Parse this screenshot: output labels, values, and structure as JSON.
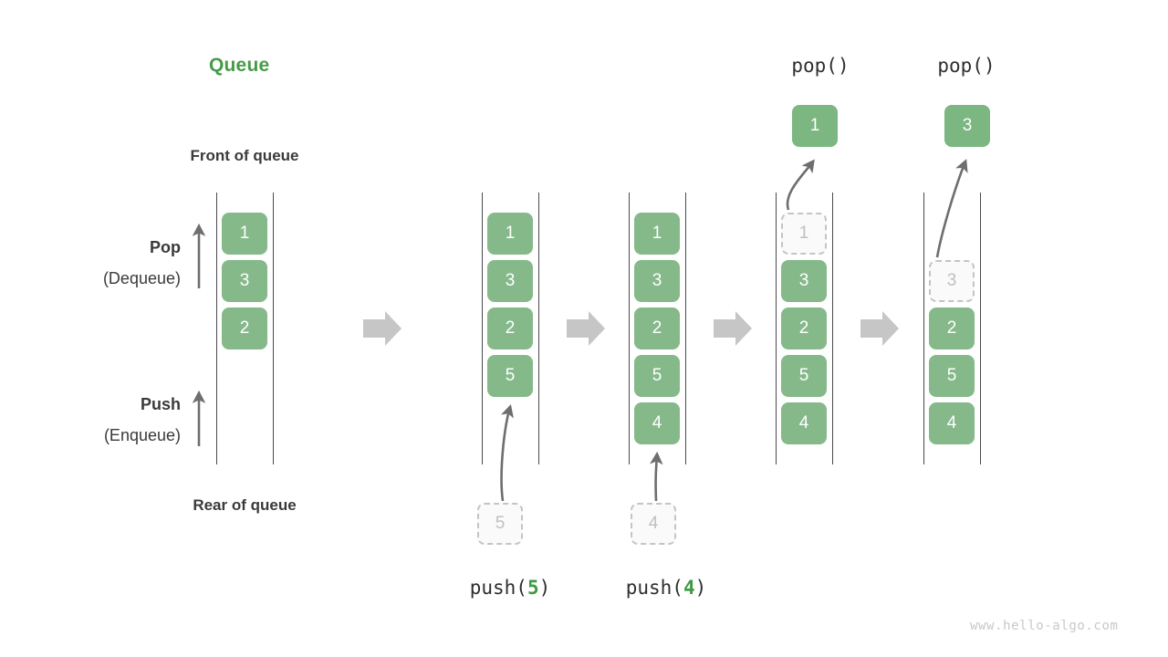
{
  "title": "Queue",
  "labels": {
    "front_of_queue": "Front of queue",
    "rear_of_queue": "Rear of queue",
    "pop_bold": "Pop",
    "pop_paren": "(Dequeue)",
    "push_bold": "Push",
    "push_paren": "(Enqueue)"
  },
  "watermark": "www.hello-algo.com",
  "colors": {
    "cell_green": "#85b98a",
    "title_green": "#459b48",
    "arg_green": "#3f9a43",
    "ghost_border": "#c4c4c4",
    "ghost_text": "#c0c0c0",
    "rail": "#4a4a4a",
    "transition_arrow": "#c6c6c6",
    "action_arrow": "#6e6e6e",
    "text": "#3a3a3a",
    "watermark": "#c8c8c8"
  },
  "columns": [
    {
      "id": "initial",
      "operation": null,
      "operation_arg": null,
      "cells": [
        "1",
        "3",
        "2"
      ],
      "ghost_index": null,
      "popped_value": null
    },
    {
      "id": "push-5",
      "operation": "push",
      "operation_arg": "5",
      "operation_label_prefix": "push(",
      "operation_label_suffix": ")",
      "cells": [
        "1",
        "3",
        "2",
        "5"
      ],
      "incoming_value": "5",
      "ghost_index": null,
      "popped_value": null
    },
    {
      "id": "push-4",
      "operation": "push",
      "operation_arg": "4",
      "operation_label_prefix": "push(",
      "operation_label_suffix": ")",
      "cells": [
        "1",
        "3",
        "2",
        "5",
        "4"
      ],
      "incoming_value": "4",
      "ghost_index": null,
      "popped_value": null
    },
    {
      "id": "pop-1",
      "operation": "pop",
      "operation_arg": "",
      "operation_label_prefix": "pop(",
      "operation_label_suffix": ")",
      "cells": [
        "1",
        "3",
        "2",
        "5",
        "4"
      ],
      "ghost_index": 0,
      "popped_value": "1"
    },
    {
      "id": "pop-3",
      "operation": "pop",
      "operation_arg": "",
      "operation_label_prefix": "pop(",
      "operation_label_suffix": ")",
      "cells": [
        "3",
        "2",
        "5",
        "4"
      ],
      "ghost_index": 0,
      "popped_value": "3"
    }
  ],
  "transition_arrows": 4
}
